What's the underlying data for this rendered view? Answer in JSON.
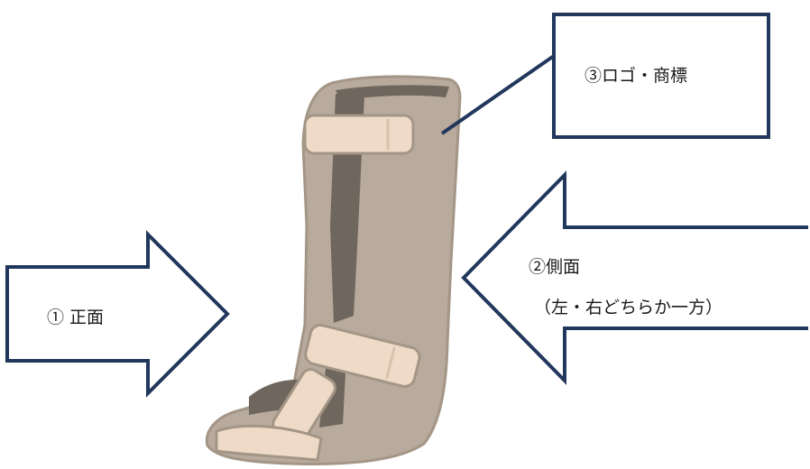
{
  "labels": {
    "front": "①  正面",
    "side_line1": "②側面",
    "side_line2": "（左・右どちらか一方）",
    "logo": "③ロゴ・商標"
  },
  "colors": {
    "callout_stroke": "#22375c",
    "brace_body": "#b8aa9c",
    "brace_shadow": "#6f665d",
    "brace_strap": "#eedac7",
    "brace_outline": "#a49686"
  },
  "illustration": "leg-brace-icon"
}
